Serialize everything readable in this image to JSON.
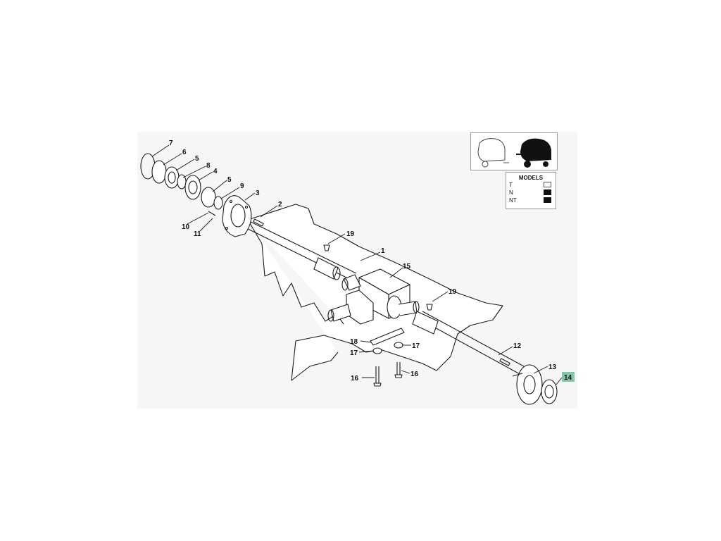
{
  "models": {
    "title": "MODELS",
    "rows": [
      {
        "label": "T",
        "filled": false
      },
      {
        "label": "N",
        "filled": true
      },
      {
        "label": "NT",
        "filled": true
      }
    ]
  },
  "callouts": [
    {
      "id": "c7",
      "text": "7"
    },
    {
      "id": "c6",
      "text": "6"
    },
    {
      "id": "c5a",
      "text": "5"
    },
    {
      "id": "c8",
      "text": "8"
    },
    {
      "id": "c4",
      "text": "4"
    },
    {
      "id": "c5b",
      "text": "5"
    },
    {
      "id": "c9",
      "text": "9"
    },
    {
      "id": "c3",
      "text": "3"
    },
    {
      "id": "c2",
      "text": "2"
    },
    {
      "id": "c10",
      "text": "10"
    },
    {
      "id": "c11",
      "text": "11"
    },
    {
      "id": "c19a",
      "text": "19"
    },
    {
      "id": "c1",
      "text": "1"
    },
    {
      "id": "c15",
      "text": "15"
    },
    {
      "id": "c19b",
      "text": "19"
    },
    {
      "id": "c18",
      "text": "18"
    },
    {
      "id": "c17a",
      "text": "17"
    },
    {
      "id": "c17b",
      "text": "17"
    },
    {
      "id": "c12",
      "text": "12"
    },
    {
      "id": "c13",
      "text": "13"
    },
    {
      "id": "c14",
      "text": "14"
    },
    {
      "id": "c16a",
      "text": "16"
    },
    {
      "id": "c16b",
      "text": "16"
    }
  ],
  "highlight": "14",
  "colors": {
    "highlight": "#7fc7a8",
    "line": "#1a1a1a",
    "panel": "#f6f6f6"
  }
}
